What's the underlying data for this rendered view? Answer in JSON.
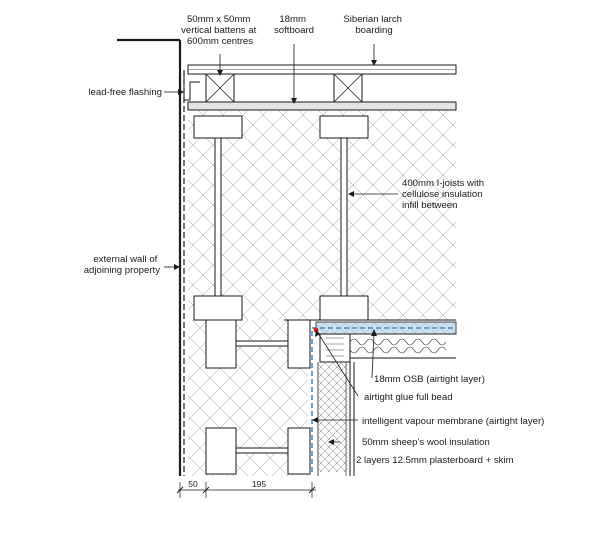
{
  "labels": {
    "battens": [
      "50mm x 50mm",
      "vertical battens at",
      "600mm centres"
    ],
    "softboard": [
      "18mm",
      "softboard"
    ],
    "larch": [
      "Siberian larch",
      "boarding"
    ],
    "flashing": [
      "lead-free flashing"
    ],
    "ijoists": [
      "400mm I-joists with",
      "cellulose insulation",
      "infill between"
    ],
    "external_wall": [
      "external wall of",
      "adjoining property"
    ],
    "osb": "18mm OSB (airtight layer)",
    "glue": "airtight glue full bead",
    "membrane": "intelligent vapour membrane (airtight layer)",
    "sheep_wool": "50mm sheep’s wool insulation",
    "plasterboard": "2 layers 12.5mm plasterboard + skim"
  },
  "dimensions": [
    "50",
    "195"
  ],
  "colors": {
    "ink": "#1a1a1a",
    "membrane": "#3d8fc6",
    "osb_fill": "#cfe0ee",
    "glue": "#d42020"
  }
}
